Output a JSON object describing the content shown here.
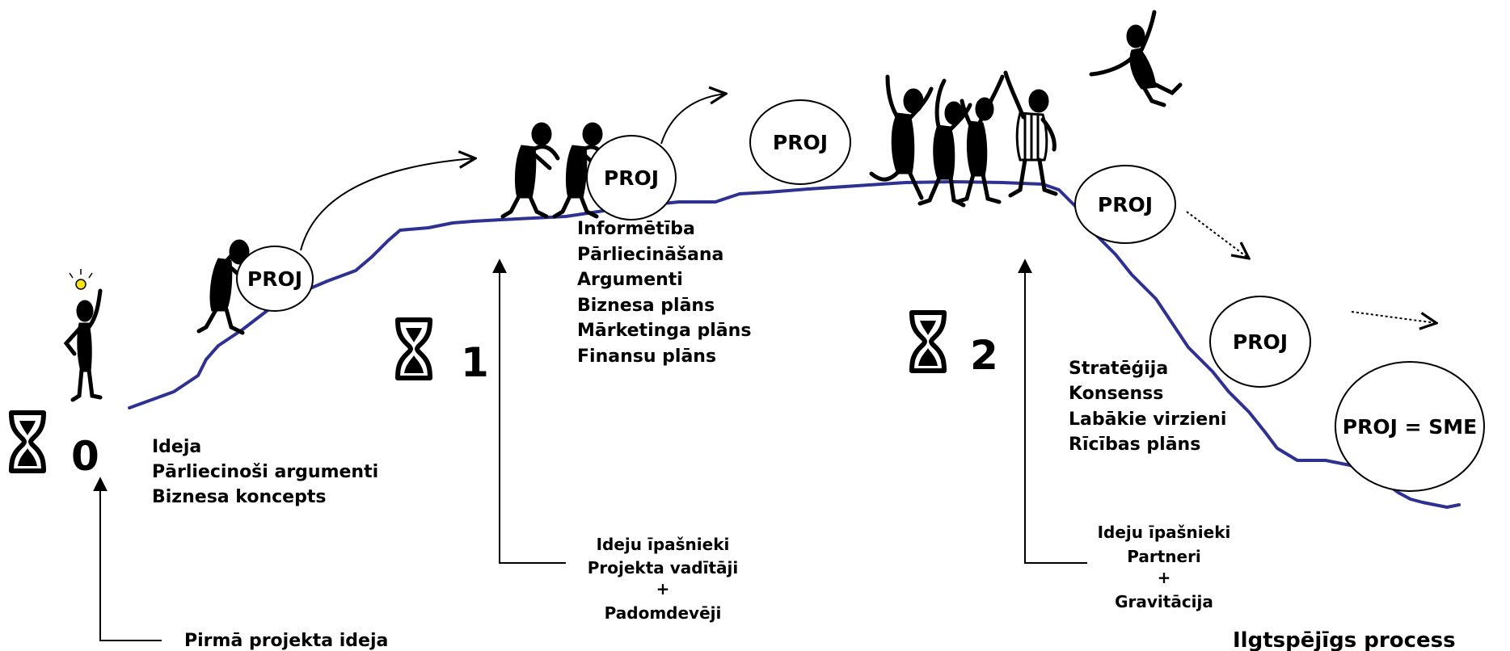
{
  "stages": [
    {
      "number": "0",
      "items": [
        "Ideja",
        "Pārliecinoši argumenti",
        "Biznesa koncepts"
      ]
    },
    {
      "number": "1",
      "items": [
        "Informētība",
        "Pārliecināšana",
        "Argumenti",
        "Biznesa plāns",
        "Mārketinga plāns",
        "Finansu plāns"
      ]
    },
    {
      "number": "2",
      "items": [
        "Stratēģija",
        "Konsenss",
        "Labākie virzieni",
        "Rīcības plāns"
      ]
    }
  ],
  "groups": [
    {
      "lines": [
        "Ideju īpašnieki",
        "Projekta vadītāji",
        "+",
        "Padomdevēji"
      ]
    },
    {
      "lines": [
        "Ideju īpašnieki",
        "Partneri",
        "+",
        "Gravitācija"
      ]
    }
  ],
  "proj_labels": [
    "PROJ",
    "PROJ",
    "PROJ",
    "PROJ",
    "PROJ",
    "PROJ = SME"
  ],
  "first_idea_label": "Pirmā projekta ideja",
  "sustainable_label": "Ilgtspējīgs process",
  "curve_color": "#2e3192"
}
